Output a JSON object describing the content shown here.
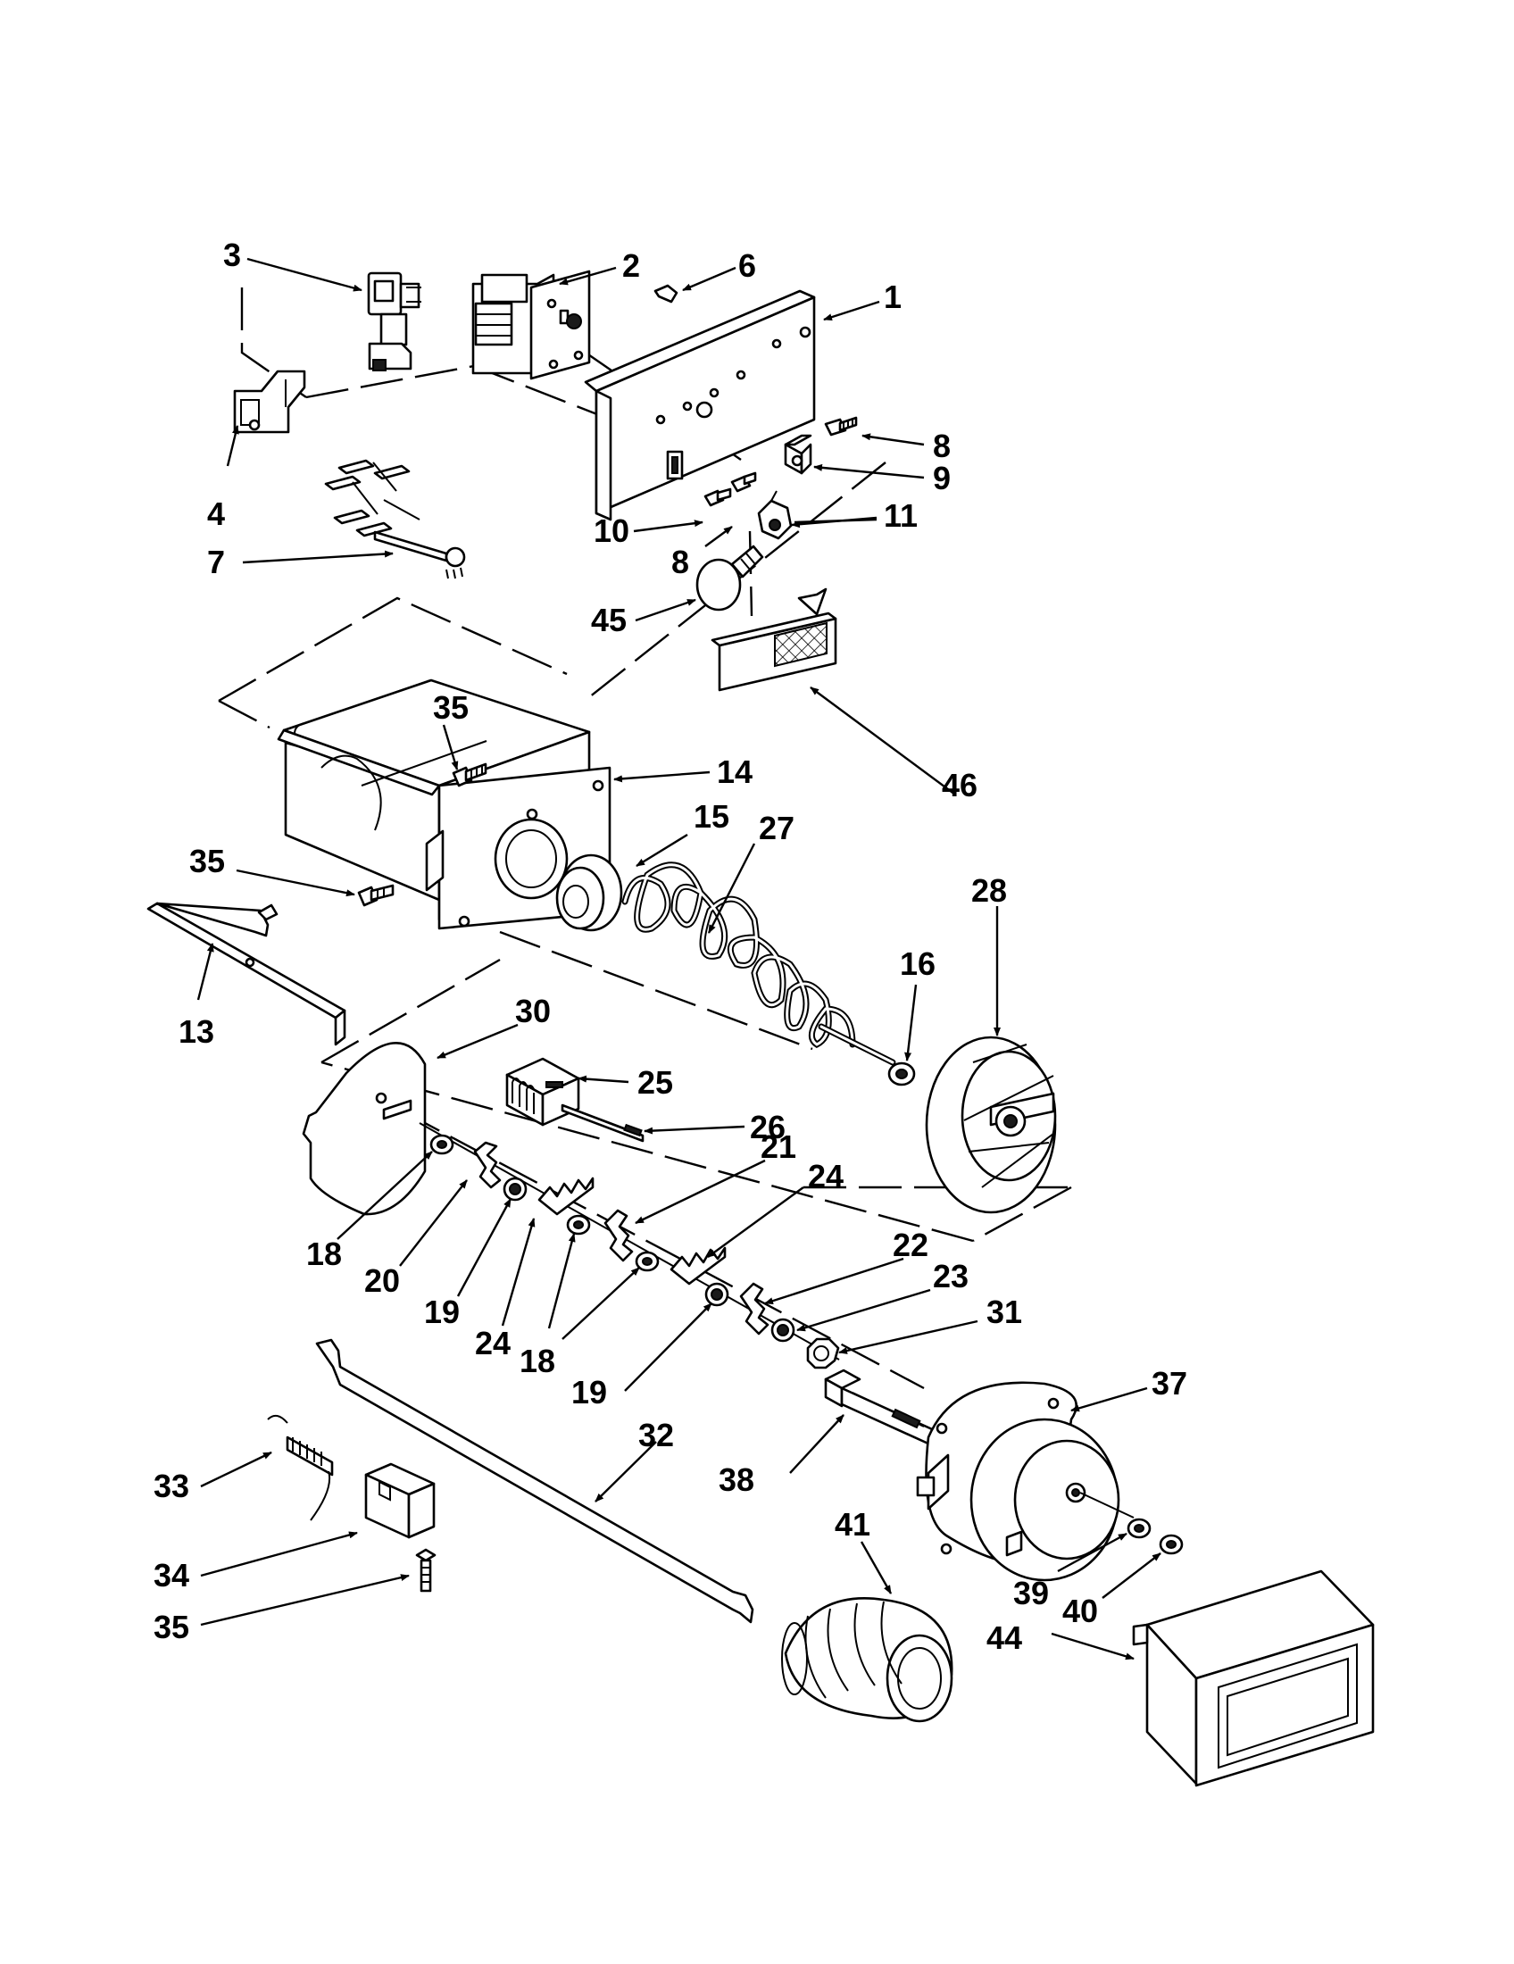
{
  "callouts": [
    {
      "id": "c1",
      "text": "1"
    },
    {
      "id": "c2",
      "text": "2"
    },
    {
      "id": "c3",
      "text": "3"
    },
    {
      "id": "c4",
      "text": "4"
    },
    {
      "id": "c6",
      "text": "6"
    },
    {
      "id": "c7",
      "text": "7"
    },
    {
      "id": "c8a",
      "text": "8"
    },
    {
      "id": "c8b",
      "text": "8"
    },
    {
      "id": "c9",
      "text": "9"
    },
    {
      "id": "c10",
      "text": "10"
    },
    {
      "id": "c11",
      "text": "11"
    },
    {
      "id": "c45",
      "text": "45"
    },
    {
      "id": "c46",
      "text": "46"
    },
    {
      "id": "c35a",
      "text": "35"
    },
    {
      "id": "c14",
      "text": "14"
    },
    {
      "id": "c15",
      "text": "15"
    },
    {
      "id": "c27",
      "text": "27"
    },
    {
      "id": "c35b",
      "text": "35"
    },
    {
      "id": "c13",
      "text": "13"
    },
    {
      "id": "c28",
      "text": "28"
    },
    {
      "id": "c16",
      "text": "16"
    },
    {
      "id": "c30",
      "text": "30"
    },
    {
      "id": "c25",
      "text": "25"
    },
    {
      "id": "c26",
      "text": "26"
    },
    {
      "id": "c21",
      "text": "21"
    },
    {
      "id": "c24a",
      "text": "24"
    },
    {
      "id": "c22",
      "text": "22"
    },
    {
      "id": "c23",
      "text": "23"
    },
    {
      "id": "c31",
      "text": "31"
    },
    {
      "id": "c18a",
      "text": "18"
    },
    {
      "id": "c20",
      "text": "20"
    },
    {
      "id": "c19a",
      "text": "19"
    },
    {
      "id": "c24b",
      "text": "24"
    },
    {
      "id": "c18b",
      "text": "18"
    },
    {
      "id": "c19b",
      "text": "19"
    },
    {
      "id": "c37",
      "text": "37"
    },
    {
      "id": "c32",
      "text": "32"
    },
    {
      "id": "c33",
      "text": "33"
    },
    {
      "id": "c38",
      "text": "38"
    },
    {
      "id": "c34",
      "text": "34"
    },
    {
      "id": "c35c",
      "text": "35"
    },
    {
      "id": "c41",
      "text": "41"
    },
    {
      "id": "c39",
      "text": "39"
    },
    {
      "id": "c40",
      "text": "40"
    },
    {
      "id": "c44",
      "text": "44"
    }
  ]
}
